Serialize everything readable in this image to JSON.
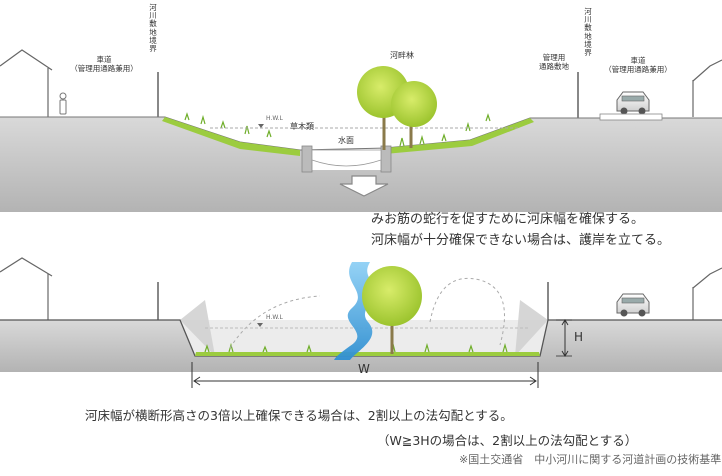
{
  "top": {
    "boundary_left": "河川敷地境界",
    "boundary_right": "河川敷地境界",
    "road_left_line1": "車道",
    "road_left_line2": "（管理用通路兼用）",
    "road_right_line1": "車道",
    "road_right_line2": "（管理用通路兼用）",
    "mgmt_line1": "管理用",
    "mgmt_line2": "通路敷地",
    "riparian_forest": "河畔林",
    "hwl": "H.W.L",
    "grass": "草木類",
    "water": "水面"
  },
  "middle": {
    "line1": "みお筋の蛇行を促すために河床幅を確保する。",
    "line2": "河床幅が十分確保できない場合は、護岸を立てる。"
  },
  "bottom": {
    "hwl": "H.W.L",
    "h_label": "H",
    "w_label": "W",
    "caption1": "河床幅が横断形高さの3倍以上確保できる場合は、2割以上の法勾配とする。",
    "caption2": "（W≧3Hの場合は、2割以上の法勾配とする）",
    "source": "※国土交通省　中小河川に関する河道計画の技術基準"
  },
  "colors": {
    "ground": "#c6c6c6",
    "grass": "#8cc63f",
    "tree": "#b6d83c",
    "water": "#6fb3e0",
    "line": "#555555"
  }
}
